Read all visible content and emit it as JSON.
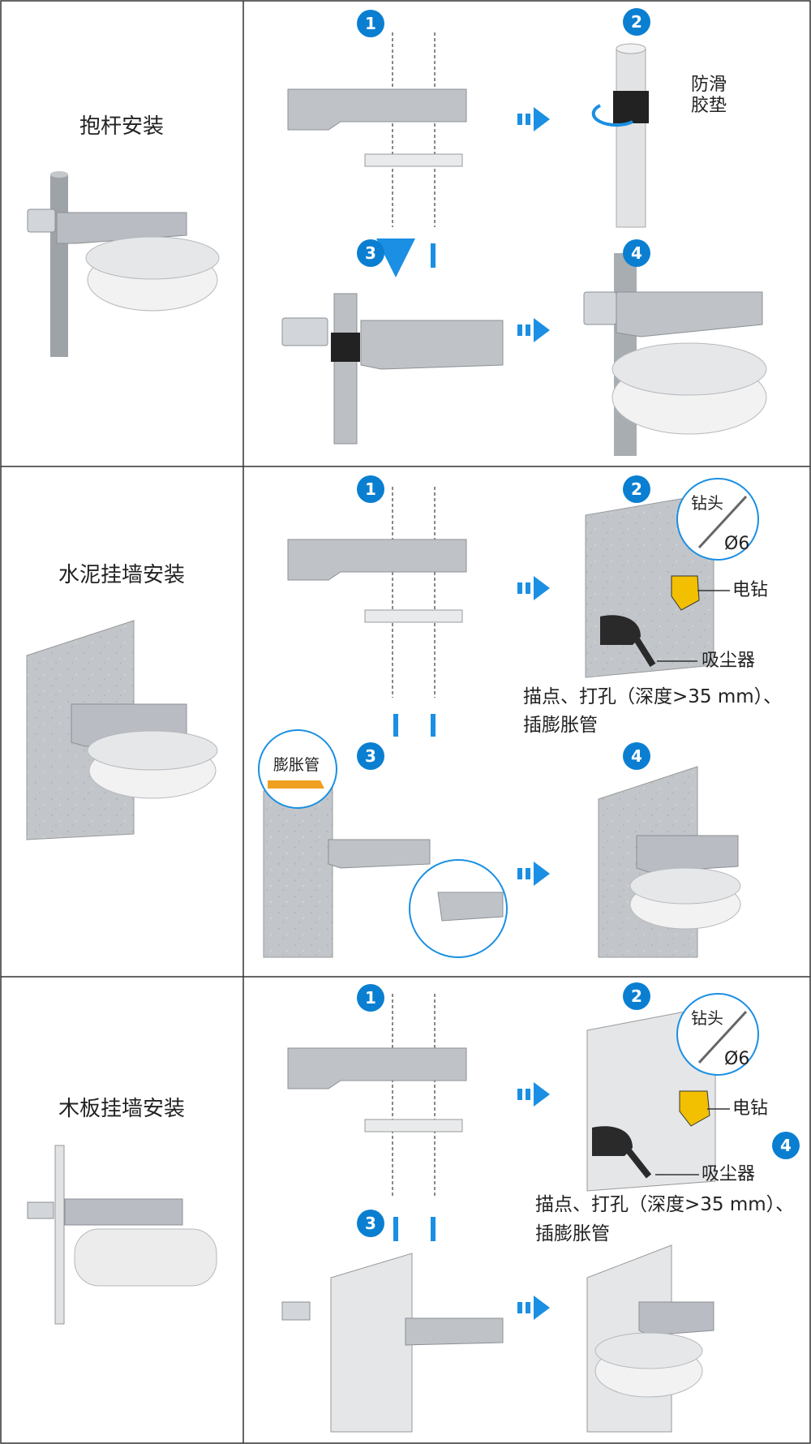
{
  "sections": [
    {
      "title": "抱杆安装",
      "steps": [
        "1",
        "2",
        "3",
        "4"
      ],
      "labels": {
        "pad": "防滑胶垫"
      }
    },
    {
      "title": "水泥挂墙安装",
      "steps": [
        "1",
        "2",
        "3",
        "4"
      ],
      "labels": {
        "bit": "钻头",
        "bit_size": "Ø6",
        "drill": "电钻",
        "vacuum": "吸尘器",
        "anchor": "膨胀管",
        "caption_line1": "描点、打孔（深度>35 mm）、",
        "caption_line2": "插膨胀管"
      }
    },
    {
      "title": "木板挂墙安装",
      "steps": [
        "1",
        "2",
        "3",
        "4"
      ],
      "labels": {
        "bit": "钻头",
        "bit_size": "Ø6",
        "drill": "电钻",
        "vacuum": "吸尘器",
        "caption_line1": "描点、打孔（深度>35 mm）、",
        "caption_line2": "插膨胀管"
      }
    }
  ],
  "colors": {
    "accent": "#0a7fd1",
    "arrow": "#1a8fe3",
    "border": "#333333",
    "metal": "#b9bcc2",
    "wall_concrete": "#bfc3c7",
    "wall_wood": "#e4e6e8",
    "device": "#ececec",
    "drill_yellow": "#f2c000",
    "anchor_orange": "#f0a020"
  }
}
